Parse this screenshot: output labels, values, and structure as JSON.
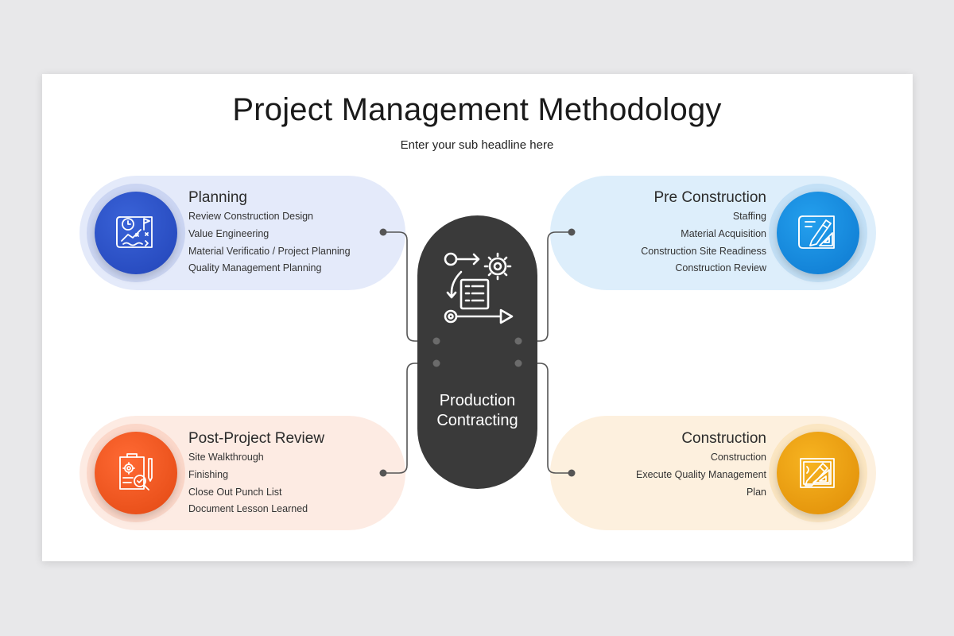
{
  "title": "Project Management Methodology",
  "subtitle": "Enter your sub headline here",
  "center": {
    "line1": "Production",
    "line2": "Contracting",
    "icon": "workflow-process-icon"
  },
  "stages": {
    "planning": {
      "heading": "Planning",
      "icon": "planning-chart-icon",
      "color": "#2a4fc4",
      "items": [
        "Review Construction Design",
        "Value Engineering",
        "Material Verificatio / Project Planning",
        "Quality Management Planning"
      ]
    },
    "pre_construction": {
      "heading": "Pre Construction",
      "icon": "blueprint-pencil-icon",
      "color": "#1487dc",
      "items": [
        "Staffing",
        "Material Acquisition",
        "Construction Site Readiness",
        "Construction Review"
      ]
    },
    "post_project": {
      "heading": "Post-Project Review",
      "icon": "clipboard-review-icon",
      "color": "#f2541e",
      "items": [
        "Site Walkthrough",
        "Finishing",
        "Close Out Punch List",
        "Document Lesson Learned"
      ]
    },
    "construction": {
      "heading": "Construction",
      "icon": "drafting-tools-icon",
      "color": "#eea00b",
      "items": [
        "Construction",
        "Execute Quality Management",
        "Plan"
      ]
    }
  }
}
